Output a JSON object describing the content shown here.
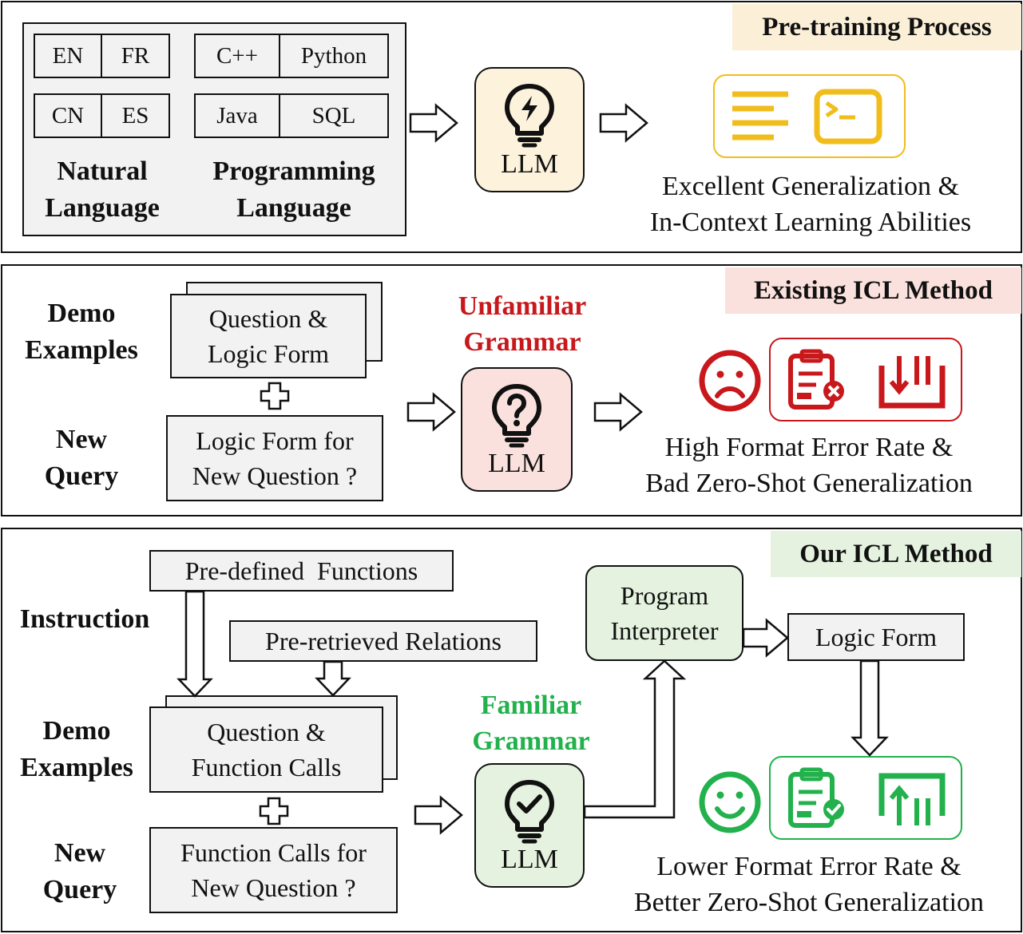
{
  "colors": {
    "pretrain_tag_bg": "#fbefd8",
    "existing_tag_bg": "#fbe1dd",
    "ours_tag_bg": "#e5f2df",
    "llm_pretrain_bg": "#fdf3dc",
    "llm_existing_bg": "#fbe1dd",
    "llm_ours_bg": "#e5f2df",
    "yellow_accent": "#f0bd1c",
    "red_accent": "#c8181c",
    "green_accent": "#22b14c"
  },
  "panel1": {
    "tag": "Pre-training Process",
    "natural_langs": [
      "EN",
      "FR",
      "CN",
      "ES"
    ],
    "programming_langs": [
      "C++",
      "Python",
      "Java",
      "SQL"
    ],
    "natural_label": "Natural\nLanguage",
    "programming_label": "Programming\nLanguage",
    "llm_label": "LLM",
    "llm_icon": "lightning-bulb-icon",
    "output_icons": [
      "text-lines-icon",
      "terminal-icon"
    ],
    "caption_line1": "Excellent Generalization &",
    "caption_line2": "In-Context Learning Abilities"
  },
  "panel2": {
    "tag": "Existing ICL Method",
    "demo_label": "Demo\nExamples",
    "demo_box": "Question &\nLogic Form",
    "new_query_label": "New\nQuery",
    "query_box": "Logic Form for\nNew Question ?",
    "grammar_label": "Unfamiliar\nGrammar",
    "llm_label": "LLM",
    "llm_icon": "question-bulb-icon",
    "output_icons": [
      "sad-face-icon",
      "clipboard-error-icon",
      "download-chart-icon"
    ],
    "caption_line1": "High Format Error Rate &",
    "caption_line2": "Bad Zero-Shot Generalization"
  },
  "panel3": {
    "tag": "Our ICL Method",
    "instruction_label": "Instruction",
    "functions_box": "Pre-defined  Functions",
    "relations_box": "Pre-retrieved Relations",
    "demo_label": "Demo\nExamples",
    "demo_box": "Question &\nFunction Calls",
    "new_query_label": "New\nQuery",
    "query_box": "Function Calls for\nNew Question ?",
    "grammar_label": "Familiar\nGrammar",
    "llm_label": "LLM",
    "llm_icon": "check-bulb-icon",
    "interpreter_box": "Program\nInterpreter",
    "logic_form_box": "Logic Form",
    "output_icons": [
      "happy-face-icon",
      "clipboard-check-icon",
      "upload-chart-icon"
    ],
    "caption_line1": "Lower Format Error Rate &",
    "caption_line2": "Better Zero-Shot Generalization"
  }
}
